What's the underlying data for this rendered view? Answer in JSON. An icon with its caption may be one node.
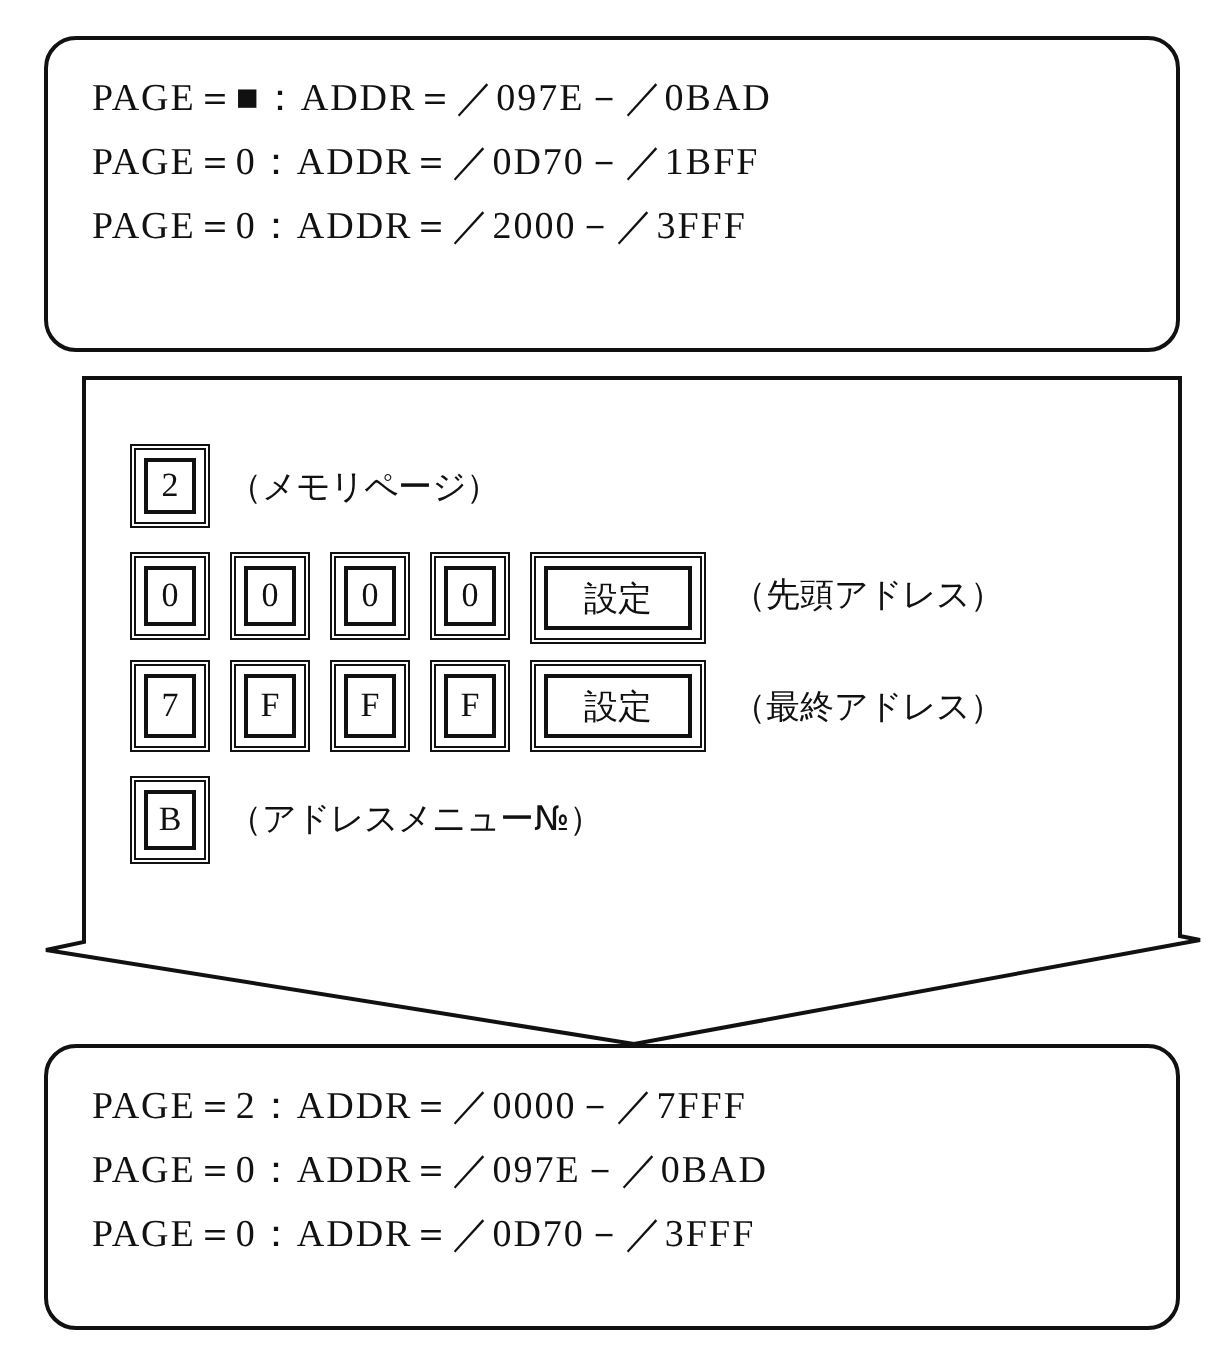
{
  "diagram": {
    "nodes": [
      {
        "text": [
          "PAGE＝■：ADDR＝／097E－／0BAD",
          "PAGE＝0：ADDR＝／0D70－／1BFF",
          "PAGE＝0：ADDR＝／2000－／3FFF"
        ]
      },
      {
        "text": [],
        "shape": "arrow"
      },
      {
        "text": [
          "2"
        ],
        "in": 1,
        "beside": [
          "（メモリページ）"
        ]
      },
      {
        "text": [
          "0"
        ],
        "in": 1
      },
      {
        "text": [
          "0"
        ],
        "in": 1
      },
      {
        "text": [
          "0"
        ],
        "in": 1
      },
      {
        "text": [
          "0"
        ],
        "in": 1
      },
      {
        "text": [
          "設定"
        ],
        "in": 1,
        "beside": [
          "（先頭アドレス）"
        ]
      },
      {
        "text": [
          "7"
        ],
        "in": 1
      },
      {
        "text": [
          "F"
        ],
        "in": 1
      },
      {
        "text": [
          "F"
        ],
        "in": 1
      },
      {
        "text": [
          "F"
        ],
        "in": 1
      },
      {
        "text": [
          "設定"
        ],
        "in": 1,
        "beside": [
          "（最終アドレス）"
        ]
      },
      {
        "text": [
          "B"
        ],
        "in": 1,
        "beside": [
          "（アドレスメニュー№）"
        ]
      },
      {
        "text": [
          "PAGE＝2：ADDR＝／0000－／7FFF",
          "PAGE＝0：ADDR＝／097E－／0BAD",
          "PAGE＝0：ADDR＝／0D70－／3FFF"
        ]
      }
    ]
  }
}
